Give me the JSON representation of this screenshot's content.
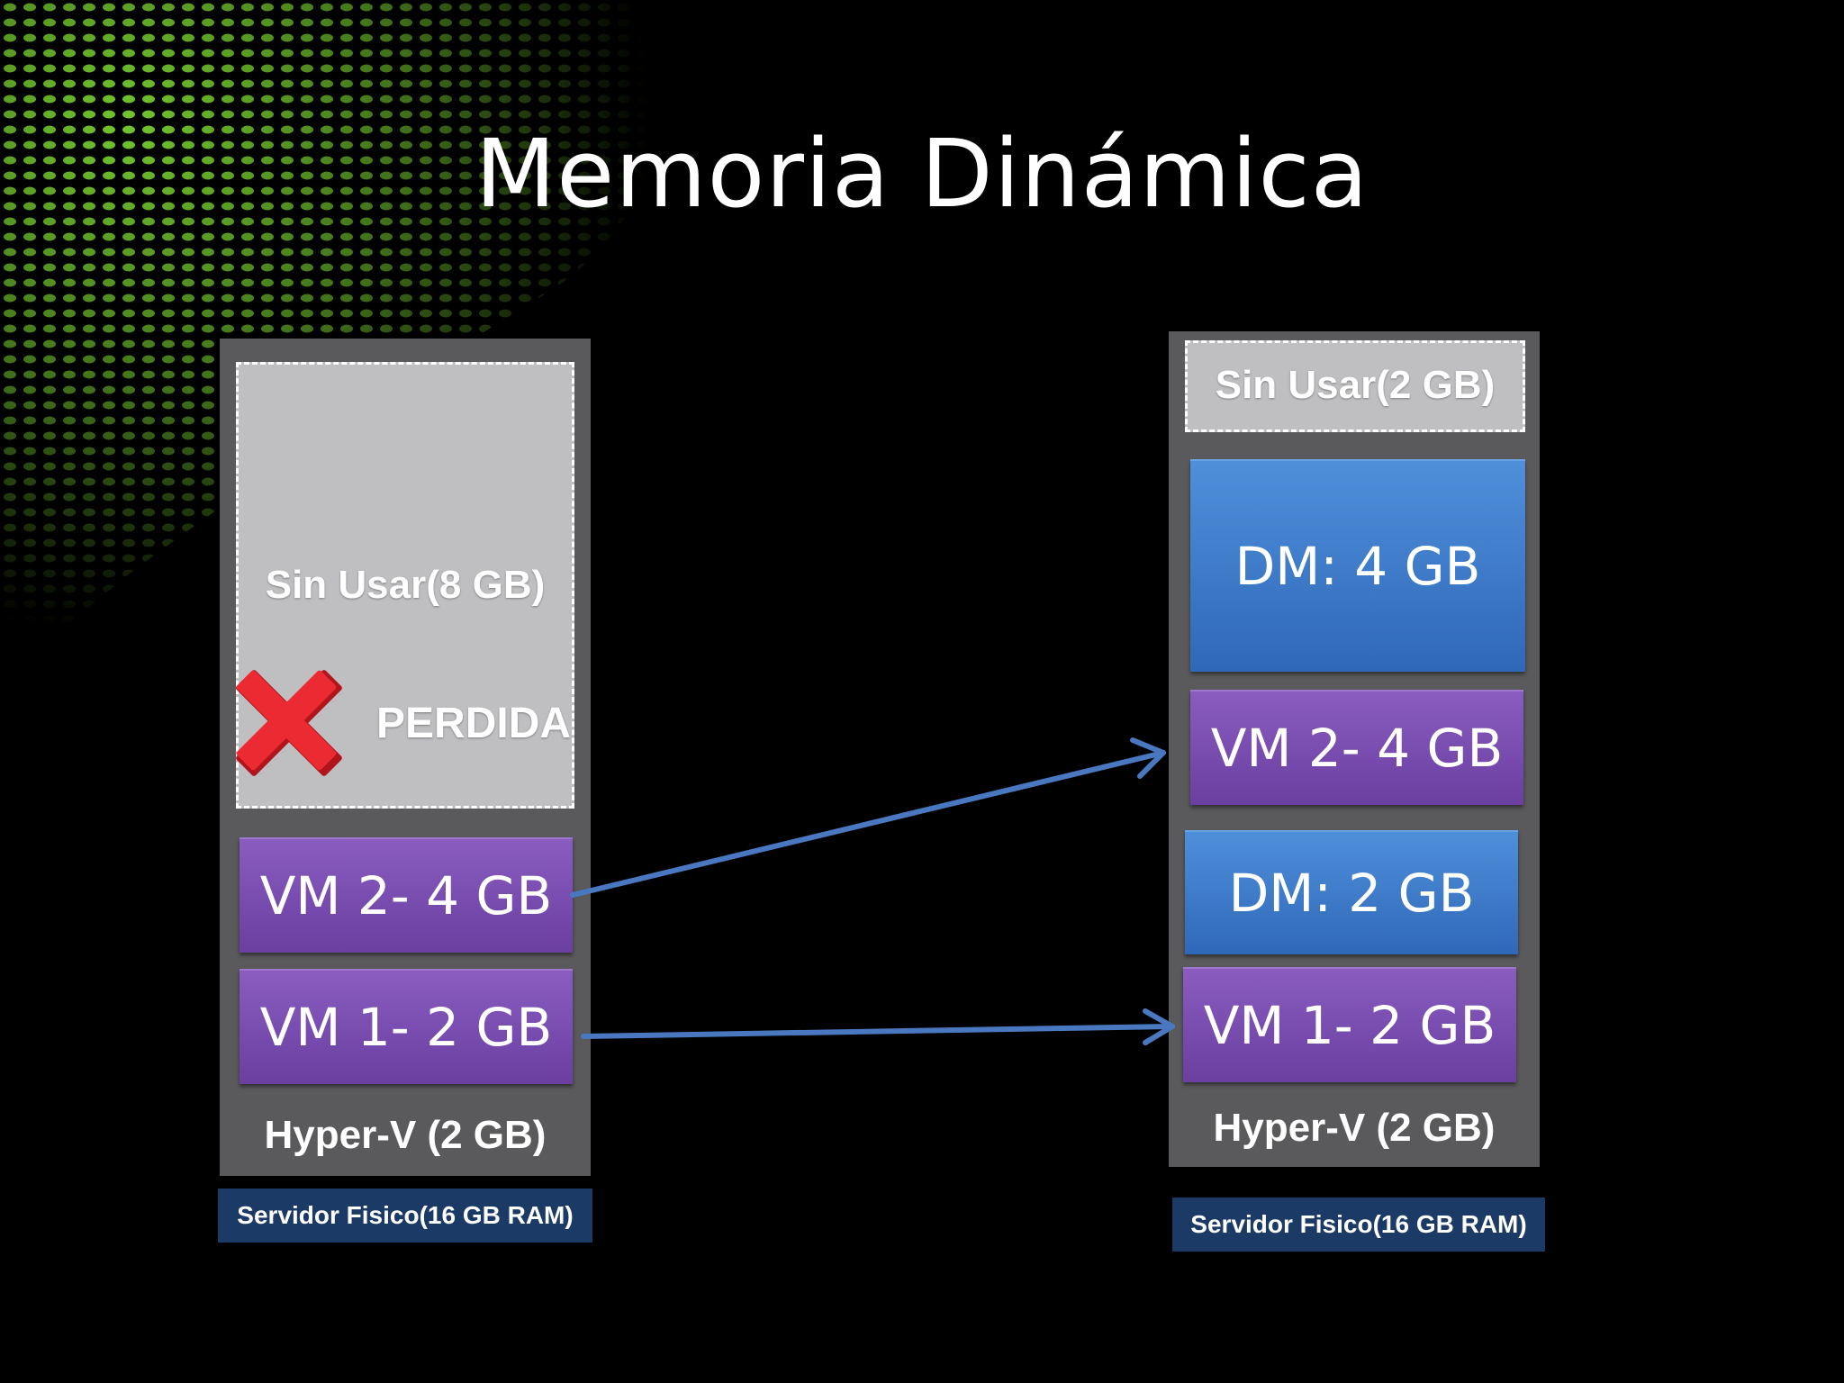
{
  "title": "Memoria Dinámica",
  "before": {
    "unused_label": "Sin Usar(8 GB)",
    "lost_label": "PERDIDA",
    "vm2_label": "VM 2- 4 GB",
    "vm1_label": "VM 1- 2 GB",
    "hyperv_label": "Hyper-V (2 GB)",
    "server_label": "Servidor Fisico(16 GB RAM)"
  },
  "after": {
    "unused_label": "Sin Usar(2 GB)",
    "dm_large_label": "DM: 4 GB",
    "vm2_label": "VM 2- 4 GB",
    "dm_small_label": "DM: 2 GB",
    "vm1_label": "VM 1- 2 GB",
    "hyperv_label": "Hyper-V (2 GB)",
    "server_label": "Servidor Fisico(16 GB RAM)"
  },
  "icons": {
    "lost_marker": "red-x-icon",
    "connector": "arrow-icon"
  },
  "colors": {
    "background": "#000000",
    "panel": "#5a5a5c",
    "unused": "#bfbfc2",
    "vm": "#7a4db2",
    "dm": "#3f7cc9",
    "arrow": "#4a78c0",
    "footer": "#1b3a66",
    "lost_marker": "#e8232b",
    "accent_dots": "#6bd22a"
  }
}
